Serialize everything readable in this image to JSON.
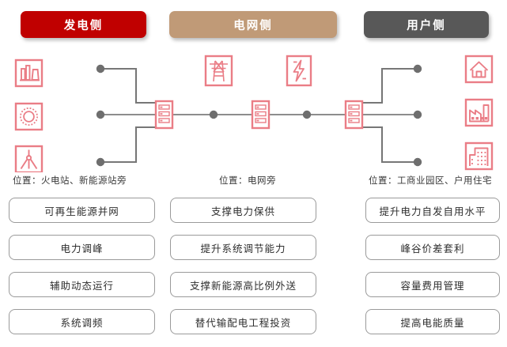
{
  "header": {
    "pills": [
      {
        "label": "发电侧",
        "color": "#c00000"
      },
      {
        "label": "电网侧",
        "color": "#c09a77"
      },
      {
        "label": "用户侧",
        "color": "#585858"
      }
    ]
  },
  "diagram": {
    "accent_color": "#e8767f",
    "line_color": "#777777",
    "source_icons": [
      {
        "name": "power-plant-icon"
      },
      {
        "name": "solar-sun-icon"
      },
      {
        "name": "wind-turbine-icon"
      }
    ],
    "grid_icons": [
      {
        "name": "transmission-tower-icon"
      },
      {
        "name": "lightning-bolt-icon"
      }
    ],
    "storage_icons": [
      {
        "name": "battery-rack-icon"
      },
      {
        "name": "battery-rack-icon"
      },
      {
        "name": "battery-rack-icon"
      }
    ],
    "consumer_icons": [
      {
        "name": "house-icon"
      },
      {
        "name": "factory-icon"
      },
      {
        "name": "office-building-icon"
      }
    ]
  },
  "locations": [
    "位置：火电站、新能源站旁",
    "位置：电网旁",
    "位置：工商业园区、户用住宅"
  ],
  "columns": [
    {
      "side": "generation",
      "items": [
        "可再生能源并网",
        "电力调峰",
        "辅助动态运行",
        "系统调频"
      ]
    },
    {
      "side": "grid",
      "items": [
        "支撑电力保供",
        "提升系统调节能力",
        "支撑新能源高比例外送",
        "替代输配电工程投资"
      ]
    },
    {
      "side": "consumer",
      "items": [
        "提升电力自发自用水平",
        "峰谷价差套利",
        "容量费用管理",
        "提高电能质量"
      ]
    }
  ]
}
